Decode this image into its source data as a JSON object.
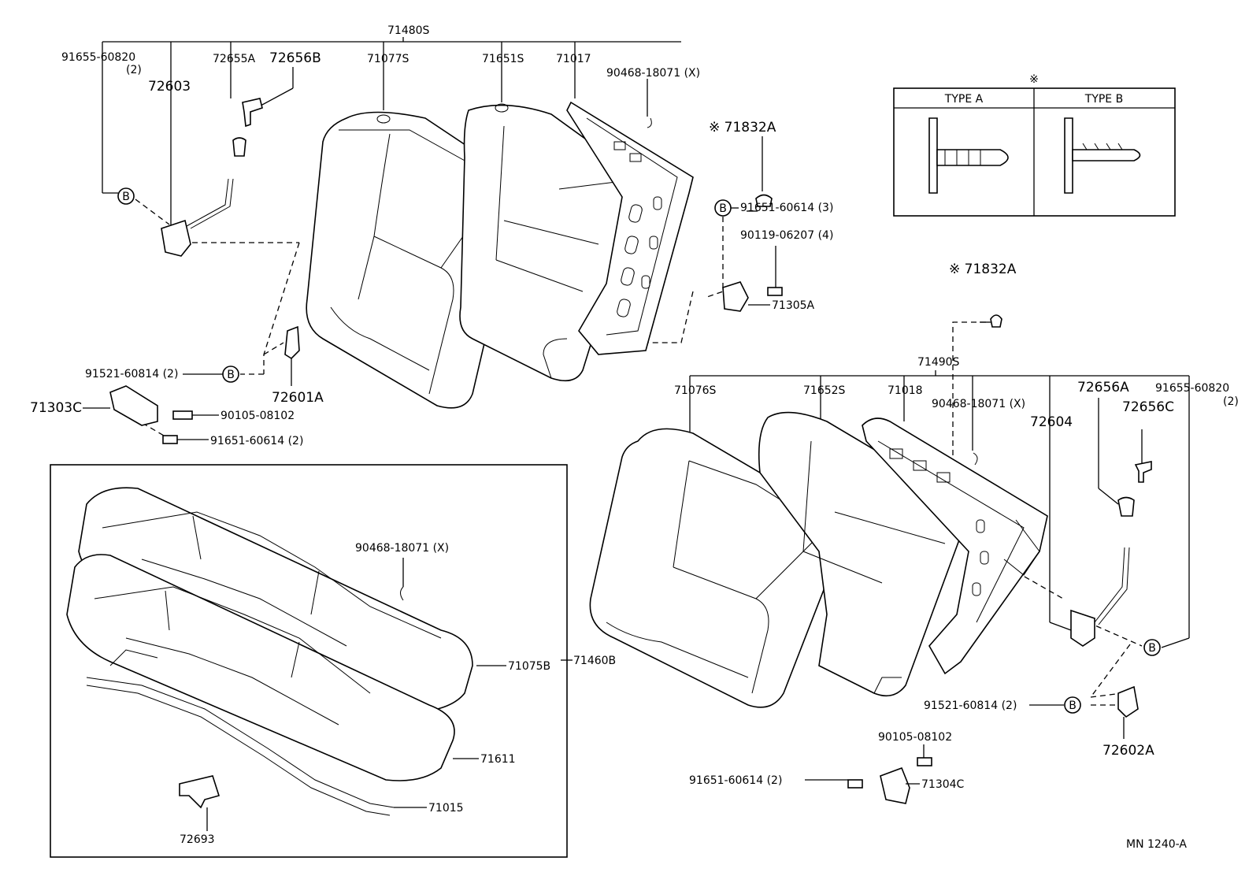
{
  "diagram_id": "MN 1240-A",
  "legend": {
    "mark": "※",
    "type_a": "TYPE A",
    "type_b": "TYPE B"
  },
  "circle_letter": "B",
  "upper_left_assy": {
    "assembly": "71480S",
    "p1": "91655-60820",
    "p1q": "(2)",
    "p2": "72603",
    "p3": "72655A",
    "p4": "72656B",
    "p5": "71077S",
    "p6": "71651S",
    "p7": "71017",
    "p8": "90468-18071 (X)",
    "p9": "※ 71832A",
    "p10": "91651-60614 (3)",
    "p11": "90119-06207 (4)",
    "p12": "71305A",
    "p13": "91521-60814 (2)",
    "p14": "72601A",
    "p15": "71303C",
    "p16": "90105-08102",
    "p17": "91651-60614 (2)"
  },
  "cushion_box": {
    "p1": "90468-18071 (X)",
    "p2": "71075B",
    "p3": "71460B",
    "p4": "71611",
    "p5": "71015",
    "p6": "72693"
  },
  "lower_right_assy": {
    "p0": "※ 71832A",
    "assembly": "71490S",
    "p1": "71076S",
    "p2": "71652S",
    "p3": "71018",
    "p4": "90468-18071 (X)",
    "p5": "72656A",
    "p6": "91655-60820",
    "p6q": "(2)",
    "p7": "72604",
    "p8": "72656C",
    "p9": "91521-60814 (2)",
    "p10": "72602A",
    "p11": "90105-08102",
    "p12": "91651-60614 (2)",
    "p13": "71304C"
  }
}
